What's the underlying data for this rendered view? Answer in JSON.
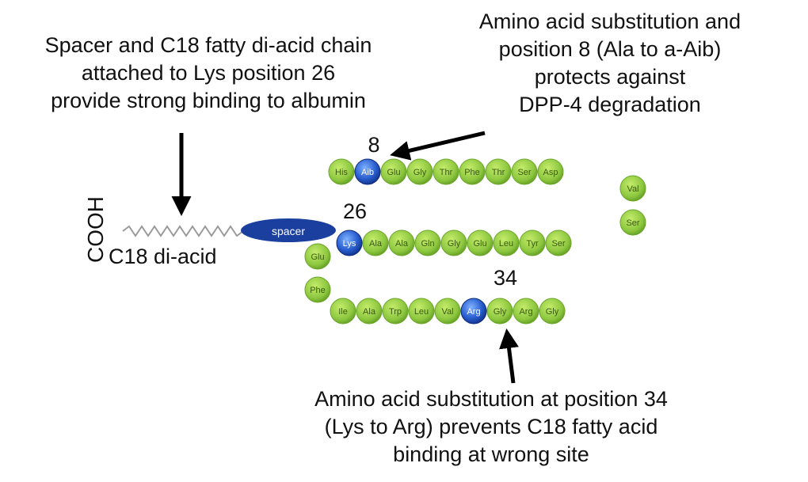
{
  "annotations": {
    "top_left": [
      "Spacer and C18 fatty di-acid chain",
      "attached to Lys position 26",
      "provide strong binding to albumin"
    ],
    "top_right": [
      "Amino acid substitution and",
      "position 8 (Ala to a-Aib)",
      "protects against",
      "DPP-4 degradation"
    ],
    "bottom": [
      "Amino acid substitution at position 34",
      "(Lys to Arg) prevents C18 fatty acid",
      "binding at wrong site"
    ]
  },
  "labels": {
    "cooh": "COOH",
    "c18": "C18 di-acid",
    "spacer": "spacer",
    "pos8": "8",
    "pos26": "26",
    "pos34": "34"
  },
  "colors": {
    "residue_green": "#8cc63f",
    "residue_highlight": "#1f4fbf",
    "spacer_fill": "#1a3f9e",
    "chain_line": "#9a9a9a"
  },
  "residues": {
    "row1": [
      "His",
      "Aib",
      "Glu",
      "Gly",
      "Thr",
      "Phe",
      "Thr",
      "Ser",
      "Asp"
    ],
    "turn1": [
      "Val",
      "Ser"
    ],
    "row2": [
      "Lys",
      "Ala",
      "Ala",
      "Gln",
      "Gly",
      "Glu",
      "Leu",
      "Tyr",
      "Ser"
    ],
    "turn2": [
      "Glu",
      "Phe"
    ],
    "row3": [
      "Ile",
      "Ala",
      "Trp",
      "Leu",
      "Val",
      "Arg",
      "Gly",
      "Arg",
      "Gly"
    ],
    "highlighted": [
      "Aib",
      "Lys",
      "Arg"
    ]
  }
}
